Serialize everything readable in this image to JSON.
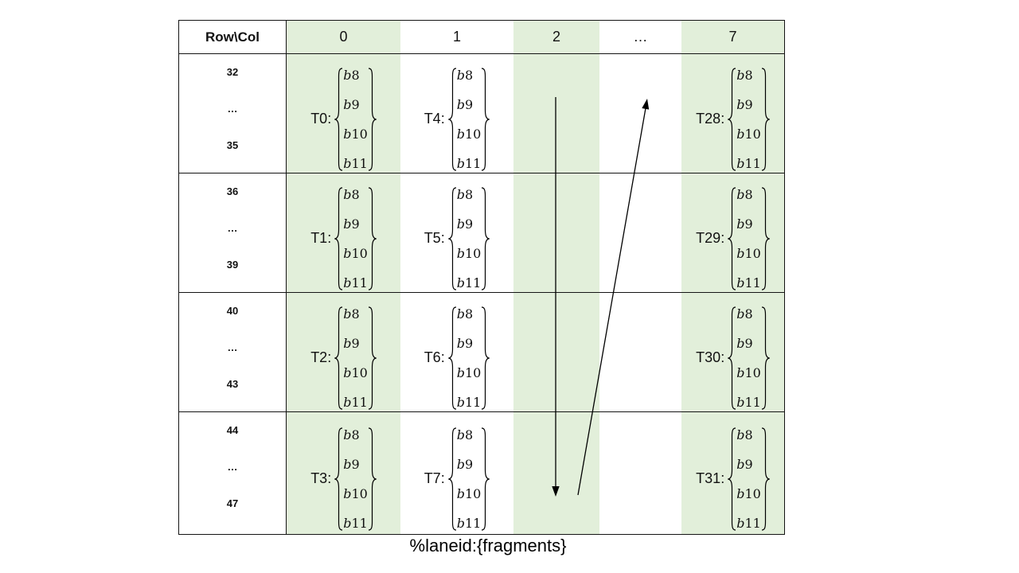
{
  "caption": "%laneid:{fragments}",
  "colors": {
    "green": "#e2efda",
    "border": "#000000",
    "background": "#ffffff"
  },
  "table": {
    "corner_header": "Row\\Col",
    "col_headers": [
      "0",
      "1",
      "2",
      "…",
      "7"
    ],
    "col_green": [
      true,
      false,
      true,
      false,
      true
    ],
    "fragments": [
      "b8",
      "b9",
      "b10",
      "b11"
    ],
    "rows": [
      {
        "row_labels": [
          "32",
          "…",
          "35"
        ],
        "cells": [
          "T0:",
          "T4:",
          "",
          "",
          "T28:"
        ]
      },
      {
        "row_labels": [
          "36",
          "…",
          "39"
        ],
        "cells": [
          "T1:",
          "T5:",
          "",
          "",
          "T29:"
        ]
      },
      {
        "row_labels": [
          "40",
          "…",
          "43"
        ],
        "cells": [
          "T2:",
          "T6:",
          "",
          "",
          "T30:"
        ]
      },
      {
        "row_labels": [
          "44",
          "…",
          "47"
        ],
        "cells": [
          "T3:",
          "T7:",
          "",
          "",
          "T31:"
        ]
      }
    ]
  },
  "arrows": {
    "down_arrow": "column-traversal-down",
    "up_arrow": "wrap-to-next-column-up"
  }
}
